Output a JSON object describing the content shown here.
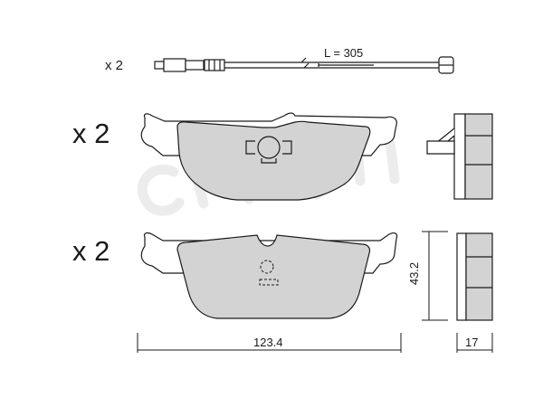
{
  "sensor": {
    "quantity": "x 2",
    "length_label": "L = 305"
  },
  "pads": [
    {
      "quantity": "x 2"
    },
    {
      "quantity": "x 2"
    }
  ],
  "dimensions": {
    "width": "123.4",
    "height": "43.2",
    "thickness": "17"
  },
  "colors": {
    "pad_fill": "#d3d3d3",
    "outline": "#1a1a1a",
    "watermark": "#ededed",
    "background": "#ffffff"
  },
  "watermark": {
    "text": "cifam"
  }
}
